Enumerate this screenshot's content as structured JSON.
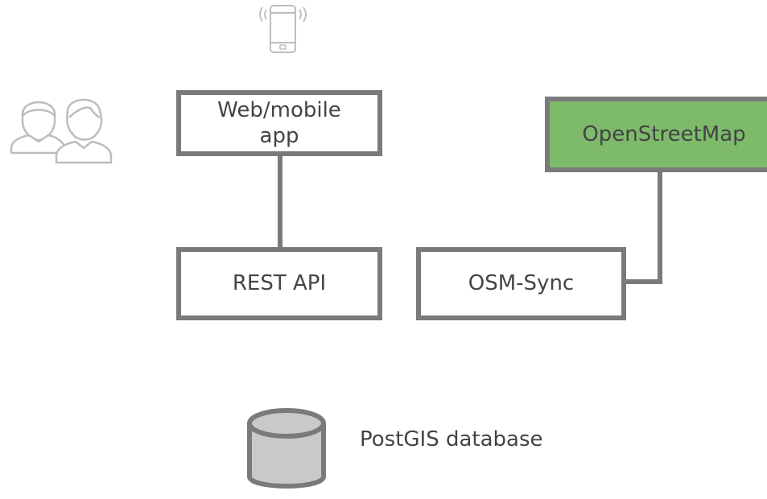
{
  "diagram": {
    "nodes": {
      "web_app": {
        "line1": "Web/mobile",
        "line2": "app"
      },
      "rest_api": {
        "label": "REST API"
      },
      "osm_sync": {
        "label": "OSM-Sync"
      },
      "openstreetmap": {
        "label": "OpenStreetMap",
        "fill": "#7dba6a"
      },
      "database": {
        "label": "PostGIS database"
      }
    },
    "edges": [
      {
        "from": "web_app",
        "to": "rest_api"
      },
      {
        "from": "openstreetmap",
        "to": "osm_sync"
      }
    ],
    "icons": [
      "phone-icon",
      "users-icon",
      "database-icon"
    ],
    "colors": {
      "border": "#7a7a7a",
      "icon": "#bdbdbd",
      "db_fill": "#c9c9c9",
      "text": "#444444"
    }
  }
}
